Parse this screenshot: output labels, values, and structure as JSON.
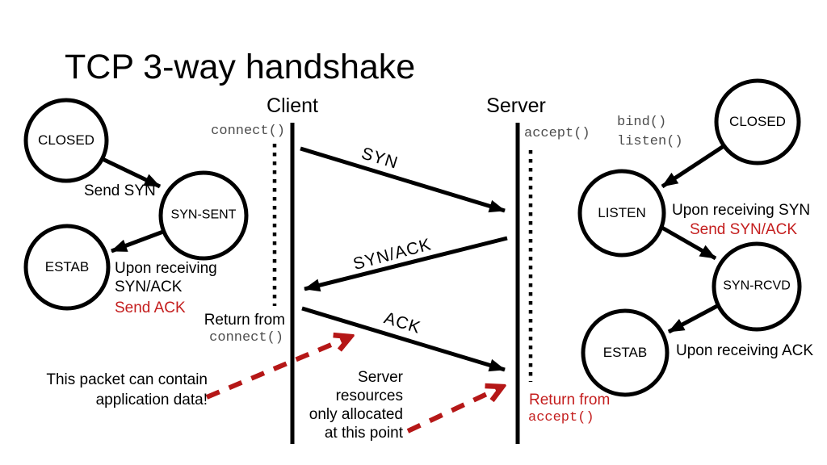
{
  "title": "TCP 3-way handshake",
  "colors": {
    "black": "#000000",
    "red": "#c41e1e",
    "arrow_red": "#b51717",
    "code_gray": "#4d4d4d",
    "background": "#ffffff"
  },
  "timeline": {
    "client_label": "Client",
    "server_label": "Server",
    "connect_call": "connect()",
    "accept_call": "accept()",
    "bind_call": "bind()",
    "listen_call": "listen()"
  },
  "messages": {
    "syn": "SYN",
    "synack": "SYN/ACK",
    "ack": "ACK"
  },
  "client_fsm": {
    "closed": "CLOSED",
    "syn_sent": "SYN-SENT",
    "estab": "ESTAB",
    "send_syn": "Send SYN",
    "upon_receiving_1": "Upon receiving",
    "upon_receiving_2": "SYN/ACK",
    "send_ack": "Send ACK",
    "return_from": "Return from",
    "return_call": "connect()"
  },
  "server_fsm": {
    "closed": "CLOSED",
    "listen": "LISTEN",
    "syn_rcvd": "SYN-RCVD",
    "estab": "ESTAB",
    "upon_syn": "Upon receiving SYN",
    "send_synack": "Send SYN/ACK",
    "upon_ack": "Upon receiving ACK",
    "return_from": "Return from",
    "return_call": "accept()"
  },
  "notes": {
    "packet_1": "This packet can contain",
    "packet_2": "application data!",
    "resources_1": "Server",
    "resources_2": "resources",
    "resources_3": "only allocated",
    "resources_4": "at this point"
  }
}
